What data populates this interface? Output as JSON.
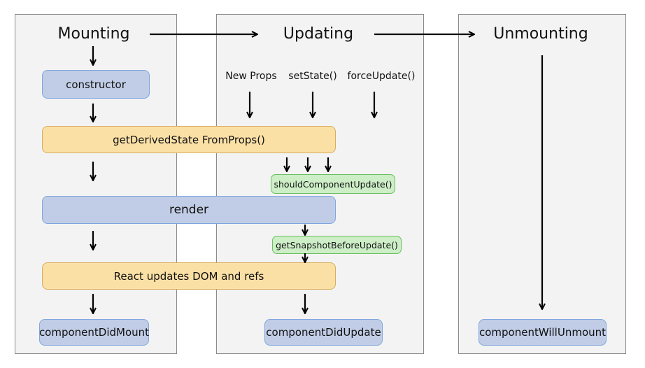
{
  "phases": {
    "mounting": "Mounting",
    "updating": "Updating",
    "unmounting": "Unmounting"
  },
  "triggers": {
    "new_props": "New Props",
    "set_state": "setState()",
    "force_update": "forceUpdate()"
  },
  "methods": {
    "constructor": "constructor",
    "get_derived_state": "getDerivedState FromProps()",
    "should_component_update": "shouldComponentUpdate()",
    "render": "render",
    "get_snapshot": "getSnapshotBeforeUpdate()",
    "dom_update": "React updates DOM and refs",
    "did_mount": "componentDidMount",
    "did_update": "componentDidUpdate",
    "will_unmount": "componentWillUnmount"
  },
  "colors": {
    "panel_fill": "#f3f3f3",
    "blue_fill": "#c1cde6",
    "orange_fill": "#fbe0a6",
    "green_fill": "#cdeec7",
    "arrow": "#000000"
  }
}
